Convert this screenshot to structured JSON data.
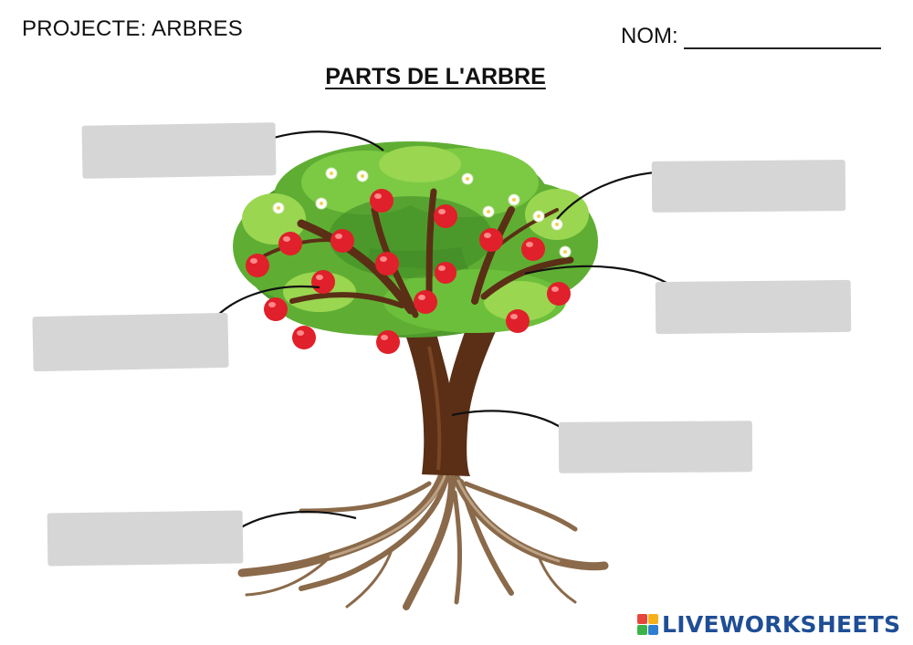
{
  "header": {
    "project": "PROJECTE: ARBRES",
    "name_label": "NOM:"
  },
  "title": "PARTS DE L'ARBRE",
  "answer_boxes": [
    "",
    "",
    "",
    "",
    "",
    ""
  ],
  "brand": {
    "logo_text": "LIVEWORKSHEETS",
    "logo_colors": [
      "#e8463a",
      "#f6b11a",
      "#3bb34a",
      "#2f7fd1"
    ],
    "text_color": "#1f4e95"
  },
  "colors": {
    "leaf_dark": "#4f9a2c",
    "leaf_mid": "#6cbf3a",
    "leaf_light": "#9ad650",
    "apple": "#e0202a",
    "trunk": "#5a2f16",
    "root": "#9a7a5a",
    "box": "#d6d6d6"
  },
  "icons": [
    "apple-icon",
    "flower-icon"
  ]
}
